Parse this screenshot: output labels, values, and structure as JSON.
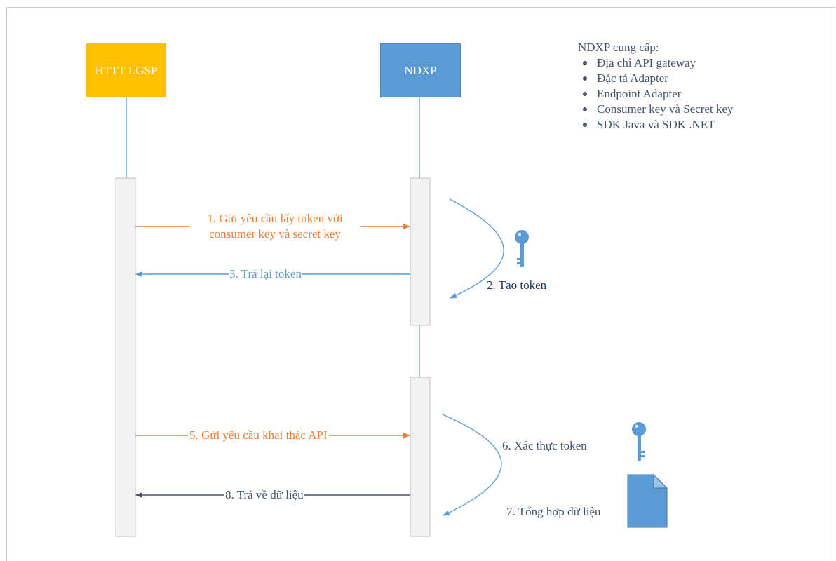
{
  "actors": {
    "client": "HTTT LGSP",
    "server": "NDXP"
  },
  "provides": {
    "title": "NDXP cung cấp:",
    "items": [
      "Địa chỉ API gateway",
      "Đặc tả Adapter",
      "Endpoint Adapter",
      "Consumer key và Secret key",
      "SDK Java và SDK .NET"
    ]
  },
  "messages": {
    "m1_line1": "1. Gửi yêu cầu lấy token với",
    "m1_line2": "consumer key và secret key",
    "m2": "2. Tạo token",
    "m3": "3. Trả lại token",
    "m5": "5. Gửi yêu cầu khai thác API",
    "m6": "6. Xác thực token",
    "m7": "7. Tổng hợp dữ liệu",
    "m8": "8. Trả về dữ liệu"
  },
  "colors": {
    "client_box": "#ffc000",
    "server_box": "#5b9bd5",
    "request_arrow": "#ed7d31",
    "response_arrow": "#5b9bd5",
    "data_arrow": "#44546a"
  },
  "icons": [
    "key-icon",
    "key-icon",
    "document-icon"
  ]
}
